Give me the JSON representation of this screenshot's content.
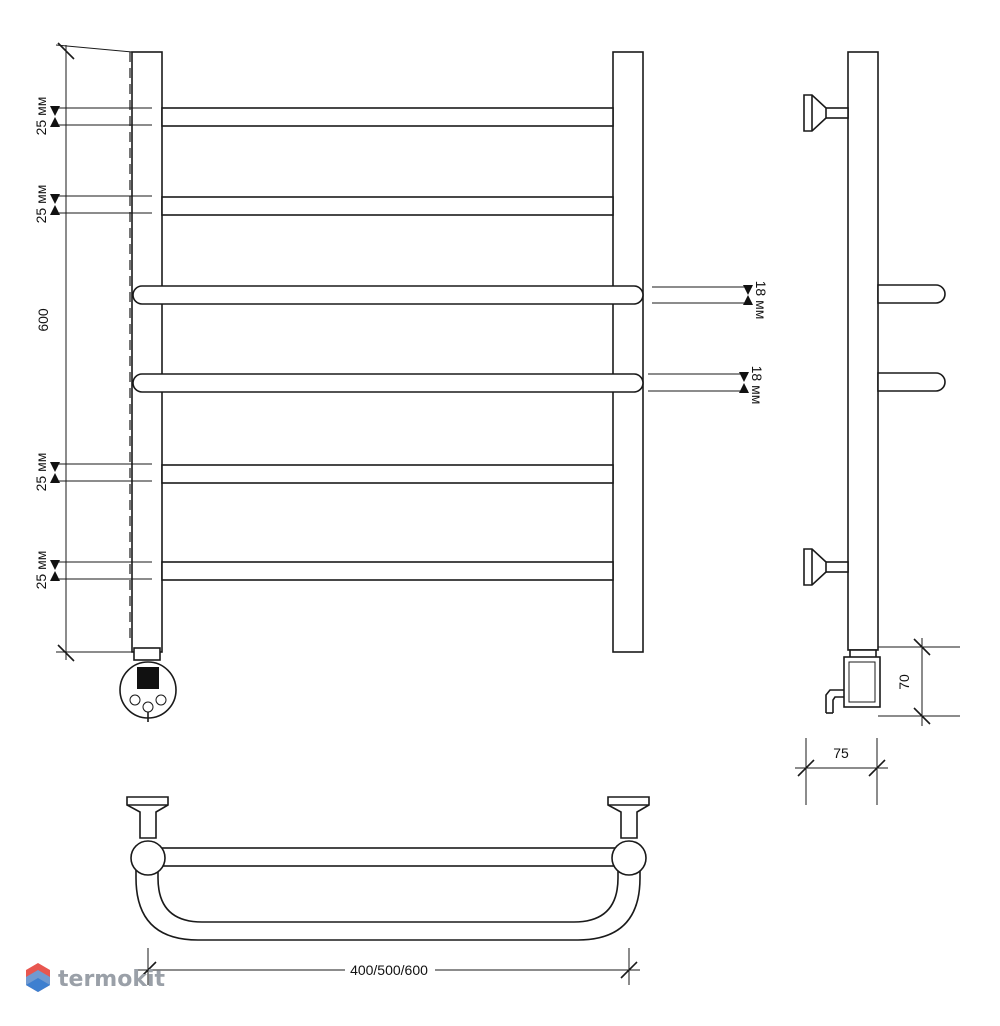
{
  "dimensions": {
    "spacing_label": "25 мм",
    "height_label": "600",
    "bar_label": "18 мм",
    "heater_height_label": "70",
    "depth_label": "75",
    "width_label": "400/500/600"
  },
  "brand": {
    "name": "termokit",
    "color": "#9aa0a8",
    "accent": "#e8564f"
  }
}
